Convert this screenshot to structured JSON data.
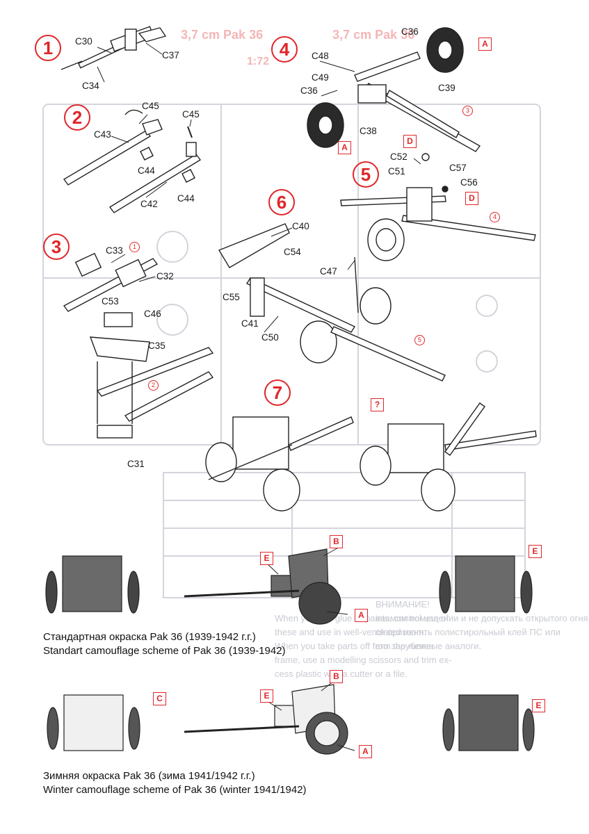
{
  "steps": [
    "1",
    "2",
    "3",
    "4",
    "5",
    "6",
    "7"
  ],
  "parts": {
    "c30": "C30",
    "c37": "C37",
    "c34": "C34",
    "c45a": "C45",
    "c45b": "C45",
    "c43": "C43",
    "c44a": "C44",
    "c44b": "C44",
    "c42": "C42",
    "c33": "C33",
    "c32": "C32",
    "c53": "C53",
    "c46": "C46",
    "c35": "C35",
    "c31": "C31",
    "c36a": "C36",
    "c48": "C48",
    "c39": "C39",
    "c49": "C49",
    "c36b": "C36",
    "c38": "C38",
    "c52": "C52",
    "c57": "C57",
    "c51": "C51",
    "c56": "C56",
    "c40": "C40",
    "c54": "C54",
    "c47": "C47",
    "c55": "C55",
    "c41": "C41",
    "c50": "C50"
  },
  "color_codes": {
    "a": "A",
    "b": "B",
    "c": "C",
    "d": "D",
    "e": "E",
    "optional": "?"
  },
  "sub_refs": {
    "r1": "1",
    "r2": "2",
    "r3": "3",
    "r4": "4",
    "r5": "5"
  },
  "captions": {
    "standard_ru": "Стандартная окраска Pak 36 (1939-1942 г.г.)",
    "standard_en": "Standart camouflage scheme of Pak 36 (1939-1942)",
    "winter_ru": "Зимняя окраска Pak 36 (зима 1941/1942 г.г.)",
    "winter_en": "Winter camouflage scheme of Pak 36 (winter 1941/1942)"
  },
  "colors": {
    "accent_red": "#e0262a",
    "ink": "#1a1a1a",
    "ghost": "#c8cbd2",
    "grey_paint": "#5a5a5a",
    "winter_paint": "#efefef"
  }
}
